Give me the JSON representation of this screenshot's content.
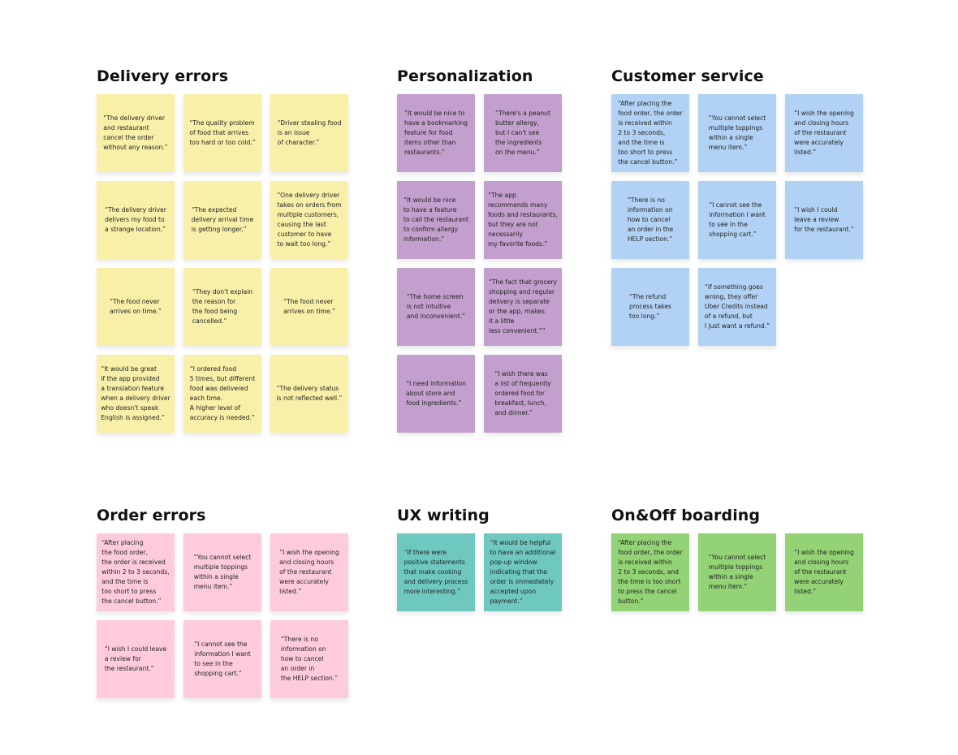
{
  "colors": {
    "yellow": "#f8f0a8",
    "purple": "#c39fcd",
    "blue": "#b2d2f5",
    "pink": "#fecbdd",
    "teal": "#6ec8c0",
    "green": "#93d275"
  },
  "groups": [
    {
      "id": "delivery-errors",
      "title": "Delivery errors",
      "color": "yellow",
      "columns": 3,
      "notes": [
        "“The delivery driver\nand restaurant\ncancel the order\nwithout any reason.”",
        "“The quality problem\nof food that arrives\ntoo hard or too cold.”",
        "“Driver stealing food\nis an issue\nof character.”",
        "“The delivery driver\ndelivers my food to\na strange location.”",
        "“The expected\ndelivery arrival time\nis getting longer.”",
        "“One delivery driver\ntakes on orders from\nmultiple customers,\ncausing the last\ncustomer to have\nto wait too long.”",
        "“The food never\narrives on time.”",
        "“They don't explain\nthe reason for\nthe food being\ncancelled.”",
        "“The food never\narrives on time.”",
        "“It would be great\nif the app provided\na translation feature\nwhen a delivery driver\nwho doesn't speak\nEnglish is assigned.”",
        "“I ordered food\n5 times, but different\nfood was delivered\neach time.\nA higher level of\naccuracy is needed.”",
        "“The delivery status\nis not reflected well.”"
      ]
    },
    {
      "id": "personalization",
      "title": "Personalization",
      "color": "purple",
      "columns": 2,
      "notes": [
        "“It would be nice to\nhave a bookmarking\nfeature for food\nitems other than\nrestaurants.”",
        "“There's a peanut\nbutter allergy,\nbut I can't see\nthe ingredients\non the menu.”",
        "“It would be nice\nto have a feature\nto call the restaurant\nto confirm allergy\ninformation.”",
        "“The app\nrecommends many\nfoods and restaurants,\nbut they are not\nnecessarily\nmy favorite foods.”",
        "“The home screen\nis not intuitive\nand inconvenient.”",
        "“The fact that grocery\nshopping and regular\ndelivery is separate\nor the app, makes\nit a little\nless convenient.””",
        "“I need information\nabout store and\nfood ingredients.”",
        "“I wish there was\na list of frequently\nordered food for\nbreakfast, lunch,\nand dinner.”"
      ]
    },
    {
      "id": "customer-service",
      "title": "Customer service",
      "color": "blue",
      "columns": 3,
      "notes": [
        "“After placing the\nfood order, the order\nis received within\n2 to 3 seconds,\nand the time is\ntoo short to press\nthe cancel button.”",
        "“You cannot select\nmultiple toppings\nwithin a single\nmenu item.”",
        "“I wish the opening\nand closing hours\nof the restaurant\nwere accurately\nlisted.”",
        "“There is no\ninformation on\nhow to cancel\nan order in the\nHELP section.”",
        "“I cannot see the\ninformation I want\nto see in the\nshopping cart.”",
        "“I wish I could\nleave a review\nfor the restaurant.”",
        "“The refund\nprocess takes\ntoo long.”",
        "“If something goes\nwrong, they offer\nUber Credits instead\nof a refund, but\nI just want a refund.”"
      ]
    },
    {
      "id": "order-errors",
      "title": "Order errors",
      "color": "pink",
      "columns": 3,
      "notes": [
        "“After placing\nthe food order,\nthe order is received\nwithin 2 to 3 seconds,\nand the time is\ntoo short to press\nthe cancel button.”",
        "“You cannot select\nmultiple toppings\nwithin a single\nmenu item.”",
        "“I wish the opening\nand closing hours\nof the restaurant\nwere accurately\nlisted.”",
        "“I wish I could leave\na review for\nthe restaurant.”",
        "“I cannot see the\ninformation I want\nto see in the\nshopping cart.”",
        "“There is no\ninformation on\nhow to cancel\nan order in\nthe HELP section.”"
      ]
    },
    {
      "id": "ux-writing",
      "title": "UX writing",
      "color": "teal",
      "columns": 2,
      "notes": [
        "“If there were\npositive statements\nthat make cooking\nand delivery process\nmore interesting.”",
        "“It would be helpful\nto have an additional\npop-up window\nindicating that the\norder is immediately\naccepted upon\npayment.”"
      ]
    },
    {
      "id": "on-off-boarding",
      "title": "On&Off boarding",
      "color": "green",
      "columns": 3,
      "notes": [
        "“After placing the\nfood order, the order\nis received within\n2 to 3 seconds, and\nthe time is too short\nto press the cancel\nbutton.”",
        "“You cannot select\nmultiple toppings\nwithin a single\nmenu item.”",
        "“I wish the opening\nand closing hours\nof the restaurant\nwere accurately\nlisted.”"
      ]
    }
  ]
}
